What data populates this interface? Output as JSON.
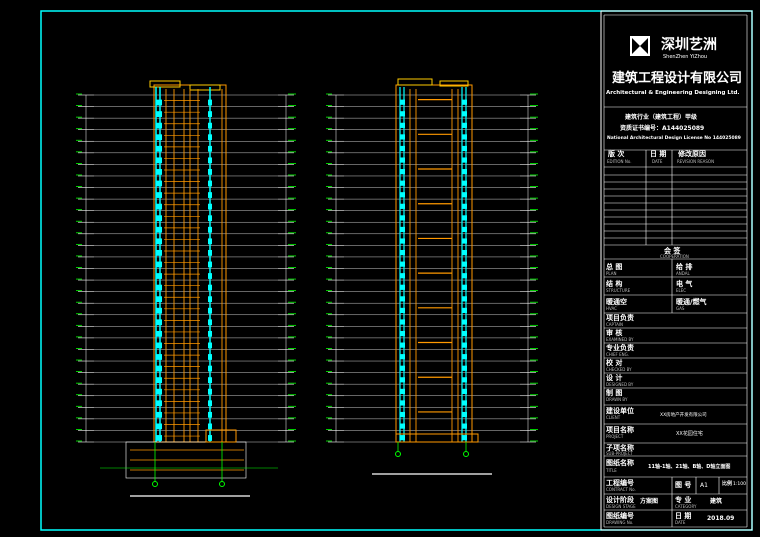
{
  "colors": {
    "background": "#000000",
    "frame": "#00ffff",
    "line_white": "#ffffff",
    "elevation_orange": "#ff9900",
    "elevation_yellow": "#ffcc00",
    "elevation_cyan": "#00ffff",
    "dimension_green": "#00ff00",
    "title_block_lines": "#ffffff"
  },
  "title_block": {
    "logo_icon": "bow-tie-icon",
    "company_name_cn": "深圳艺洲",
    "company_name_pinyin": "ShenZhen YiZhou",
    "company_full_cn": "建筑工程设计有限公司",
    "company_full_en": "Architectural & Engineering Designing Ltd.",
    "license_line1": "建筑行业（建筑工程）甲级",
    "license_line2": "资质证书编号：A144025089",
    "license_line3": "National Architectural Design License No 144025089",
    "revision": {
      "col_edition_cn": "版 次",
      "col_edition_en": "EDITION No.",
      "col_date_cn": "日 期",
      "col_date_en": "DATE",
      "col_reason_cn": "修改原因",
      "col_reason_en": "REVISION REASON"
    },
    "cooperation_cn": "会 签",
    "cooperation_en": "COOPERATION",
    "sign_rows": [
      {
        "label_cn": "总 图",
        "label_en": "PLAN",
        "value_cn": "给 排",
        "value_en": "ANDAL"
      },
      {
        "label_cn": "结 构",
        "label_en": "STRUCTURE",
        "value_cn": "电 气",
        "value_en": "ELEC"
      },
      {
        "label_cn": "暖通空",
        "label_en": "HVAC",
        "value_cn": "暖通/燃气",
        "value_en": "GAS"
      }
    ],
    "approval_rows": [
      {
        "cn": "项目负责",
        "en": "CAPTAIN"
      },
      {
        "cn": "审 核",
        "en": "EXAMINED BY"
      },
      {
        "cn": "专业负责",
        "en": "CHIEF ENG."
      },
      {
        "cn": "校 对",
        "en": "CHECKED BY"
      },
      {
        "cn": "设 计",
        "en": "DESIGNED BY"
      },
      {
        "cn": "制 图",
        "en": "DRAWN BY"
      }
    ],
    "client_cn": "建设单位",
    "client_en": "CLIENT",
    "client_value": "XX房地产开发有限公司",
    "project_cn": "项目名称",
    "project_en": "PROJECT",
    "project_value": "XX花园住宅",
    "subproject_cn": "子项名称",
    "subproject_en": "SUB-PROJECT",
    "drawing_title_cn": "图纸名称",
    "drawing_title_en": "TITLE",
    "drawing_title_value": "11轴-1轴、21轴、B轴、D轴立面图",
    "contract_cn": "工程编号",
    "contract_en": "CONTRACT No.",
    "scale_cn": "图 号",
    "scale_value": "A1",
    "sheet_cn": "比例",
    "sheet_value": "1:100",
    "stage_cn": "设计阶段",
    "stage_en": "DESIGN STAGE",
    "stage_value": "方案图",
    "category_cn": "专 业",
    "category_en": "CATEGORY",
    "category_value": "建筑",
    "drawing_no_cn": "图纸编号",
    "drawing_no_en": "DRAWING No.",
    "date_cn": "日 期",
    "date_en": "DATE",
    "date_value": "2018.09"
  },
  "elevation_left": {
    "name": "left-elevation",
    "floors": 30
  },
  "elevation_right": {
    "name": "right-elevation",
    "floors": 30
  }
}
